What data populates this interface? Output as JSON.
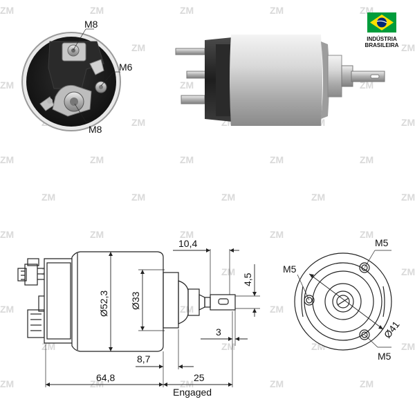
{
  "photo_labels": {
    "end_top_thread": "M8",
    "end_side_thread": "M6",
    "end_bottom_thread": "M8"
  },
  "badge": {
    "line1": "INDÚSTRIA",
    "line2": "BRASILEIRA",
    "flag_colors": {
      "green": "#009c3b",
      "yellow": "#ffdf00",
      "blue": "#002776"
    }
  },
  "watermark": {
    "text": "ZM"
  },
  "side_view": {
    "dim_plunger_offset": "10,4",
    "dim_plunger_slot": "4,5",
    "dim_body_diameter": "Ø52,3",
    "dim_boss_diameter": "Ø33",
    "dim_plunger_tip": "3",
    "dim_flange_gap": "8,7",
    "dim_body_length": "64,8",
    "dim_stroke": "25",
    "stroke_caption": "Engaged"
  },
  "end_view": {
    "hole_top": "M5",
    "hole_left": "M5",
    "hole_bottom": "M5",
    "bolt_circle": "Ø41"
  }
}
